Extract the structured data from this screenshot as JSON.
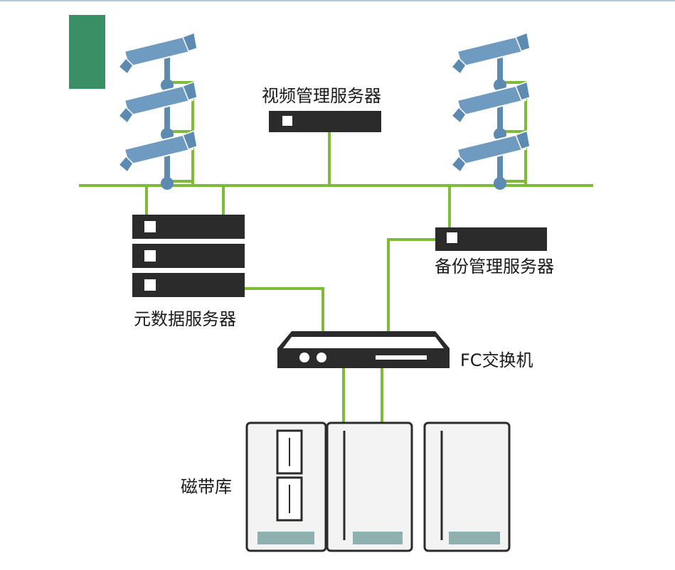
{
  "labels": {
    "video_server": "视频管理服务器",
    "backup_server": "备份管理服务器",
    "metadata_server": "元数据服务器",
    "fc_switch": "FC交换机",
    "tape_library": "磁带库"
  },
  "colors": {
    "network_line": "#7dbb38",
    "server_body": "#2b2b2b",
    "camera_body": "#6f9bc0",
    "camera_mount": "#5d8ab0",
    "accent_block": "#3a8f64",
    "tape_panel": "#f3f3f3",
    "tape_slot": "#8fb0ae",
    "top_rule": "#b8c7d6"
  }
}
